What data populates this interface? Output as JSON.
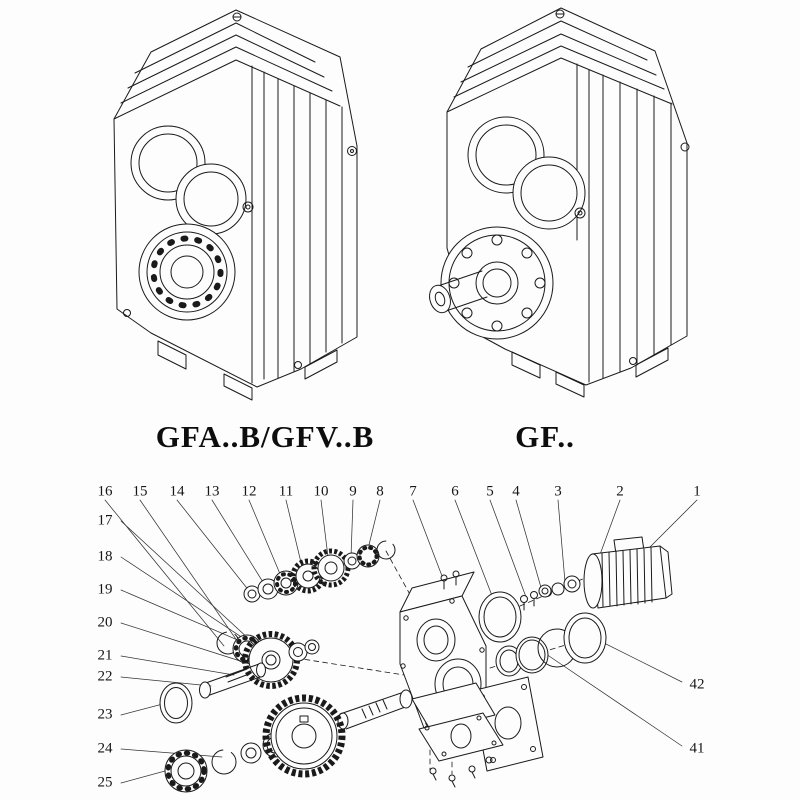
{
  "page": {
    "background": "#fdfdfd",
    "line_color": "#1a1a1a"
  },
  "figures": {
    "left": {
      "caption": "GFA..B/GFV..B"
    },
    "right": {
      "caption": "GF.."
    }
  },
  "exploded_view": {
    "top_labels": [
      "16",
      "15",
      "14",
      "13",
      "12",
      "11",
      "10",
      "9",
      "8",
      "7",
      "6",
      "5",
      "4",
      "3",
      "2",
      "1"
    ],
    "left_labels": [
      "17",
      "18",
      "19",
      "20",
      "21",
      "22",
      "23",
      "24",
      "25"
    ],
    "right_labels": [
      "42",
      "41"
    ]
  }
}
